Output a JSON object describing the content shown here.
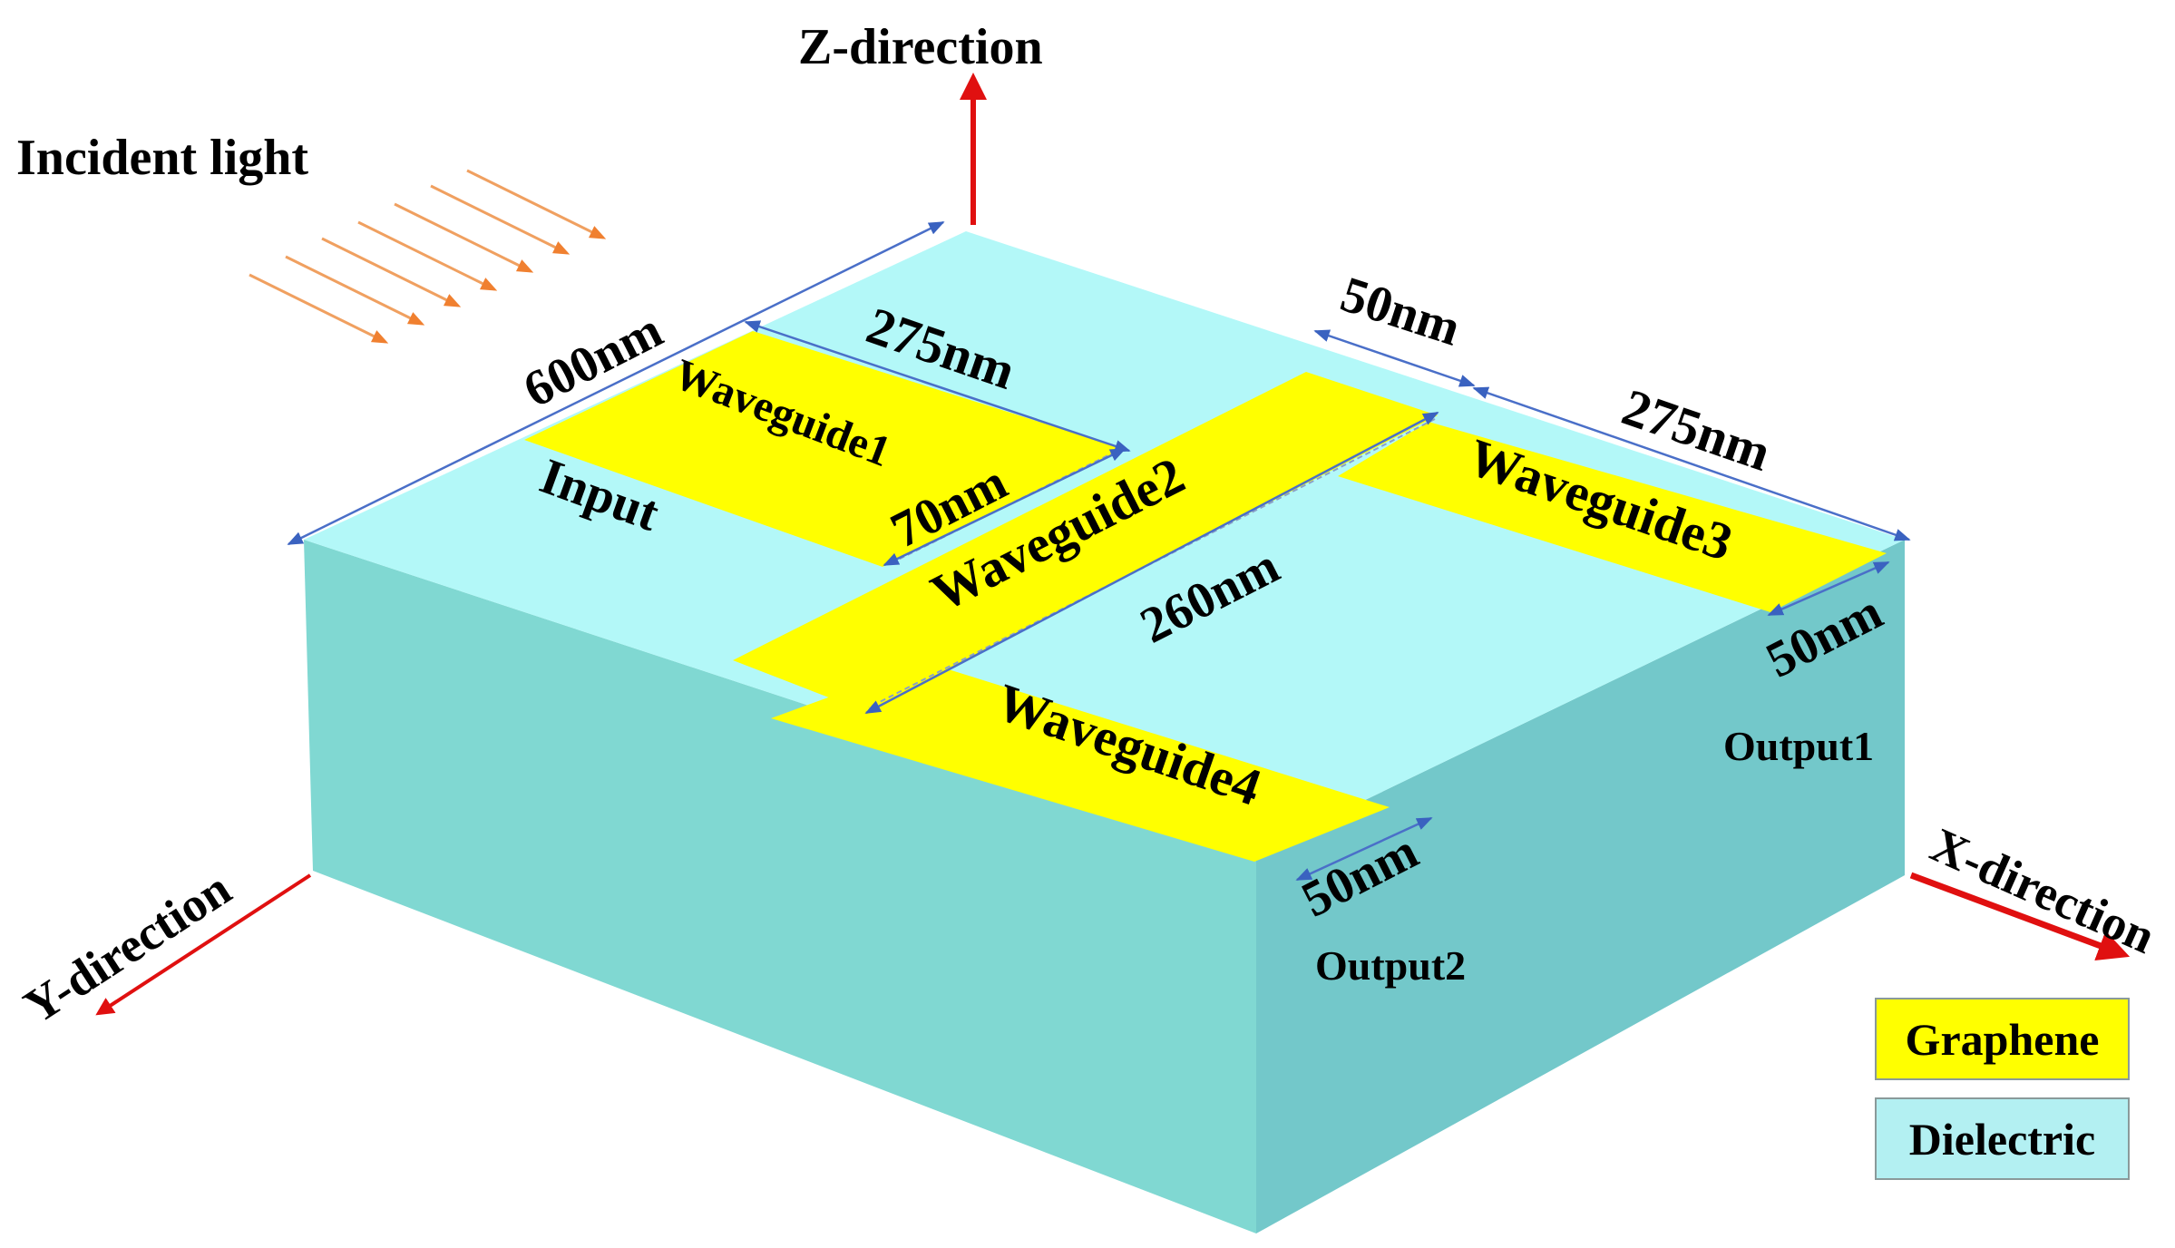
{
  "labels": {
    "incident_light": "Incident light",
    "z_direction": "Z-direction",
    "x_direction": "X-direction",
    "y_direction": "Y-direction",
    "input": "Input",
    "output1": "Output1",
    "output2": "Output2"
  },
  "waveguides": {
    "wg1": "Waveguide1",
    "wg2": "Waveguide2",
    "wg3": "Waveguide3",
    "wg4": "Waveguide4"
  },
  "dimensions": {
    "length_600": "600nm",
    "wg1_275": "275nm",
    "gap_50": "50nm",
    "wg3_275": "275nm",
    "wg1_width_70": "70nm",
    "wg2_260": "260nm",
    "wg3_width_50": "50nm",
    "wg4_width_50": "50nm"
  },
  "legend": {
    "graphene": "Graphene",
    "dielectric": "Dielectric"
  },
  "colors": {
    "graphene": "#ffff00",
    "dielectric_top": "#b3f8f8",
    "dielectric_left": "#80d8d2",
    "dielectric_right": "#73c8ca",
    "axis_arrow": "#e01010",
    "light_arrow": "#f0a060",
    "dimension_line": "#4a6fc8"
  }
}
